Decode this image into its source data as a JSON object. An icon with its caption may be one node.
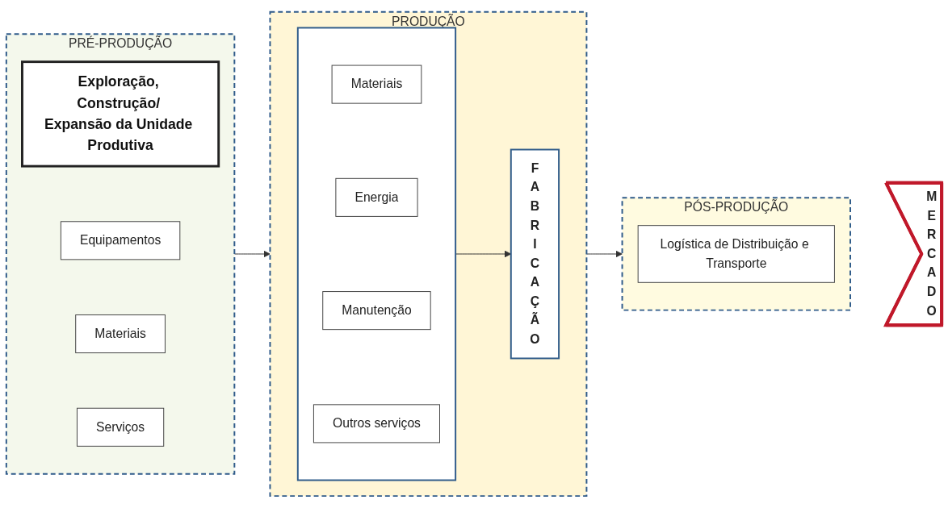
{
  "diagram": {
    "nodes": [
      {
        "text": [
          "PRÉ-PRODUÇÃO"
        ]
      },
      {
        "text": [
          "Exploração, Construção/ Expansão da Unidade Produtiva"
        ],
        "in": 0
      },
      {
        "text": [
          "Equipamentos"
        ],
        "in": 0
      },
      {
        "text": [
          "Materiais"
        ],
        "in": 0
      },
      {
        "text": [
          "Serviços"
        ],
        "in": 0
      },
      {
        "text": [
          "PRODUÇÃO"
        ]
      },
      {
        "text": [],
        "shape": "box",
        "in": 5
      },
      {
        "text": [
          "Materiais"
        ],
        "in": 6
      },
      {
        "text": [
          "Energia"
        ],
        "in": 6
      },
      {
        "text": [
          "Manutenção"
        ],
        "in": 6
      },
      {
        "text": [
          "Outros serviços"
        ],
        "in": 6
      },
      {
        "text": [
          "FABRICAÇÃO"
        ],
        "in": 5
      },
      {
        "text": [
          "PÓS-PRODUÇÃO"
        ]
      },
      {
        "text": [
          "Logística de Distribuição e Transporte"
        ],
        "in": 12
      },
      {
        "text": [
          "MERCADO"
        ]
      }
    ],
    "edges": [
      {
        "from": 0,
        "to": 5,
        "arrow": "to"
      },
      {
        "from": 6,
        "to": 11,
        "arrow": "to"
      },
      {
        "from": 5,
        "to": 12,
        "arrow": "to"
      }
    ]
  }
}
